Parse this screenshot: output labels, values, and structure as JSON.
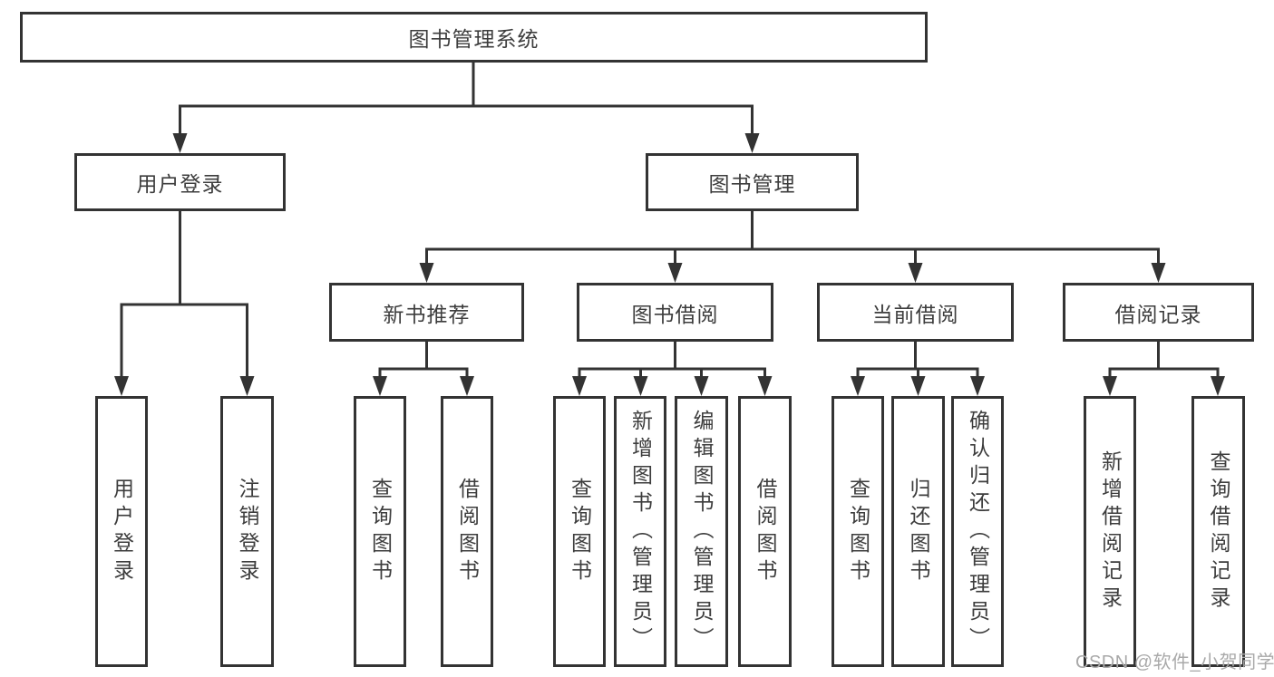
{
  "diagram": {
    "type": "hierarchy-tree",
    "title": "图书管理系统",
    "watermark": "CSDN @软件_小贺同学",
    "colors": {
      "line": "#333333",
      "box_border": "#333333",
      "text": "#3d3d3d",
      "background": "#ffffff",
      "watermark": "#a9a9a9"
    },
    "tree": {
      "root": {
        "label": "图书管理系统",
        "children": [
          {
            "label": "用户登录",
            "children": [
              {
                "label": "用户登录"
              },
              {
                "label": "注销登录"
              }
            ]
          },
          {
            "label": "图书管理",
            "children": [
              {
                "label": "新书推荐",
                "children": [
                  {
                    "label": "查询图书"
                  },
                  {
                    "label": "借阅图书"
                  }
                ]
              },
              {
                "label": "图书借阅",
                "children": [
                  {
                    "label": "查询图书"
                  },
                  {
                    "label": "新增图书（管理员）"
                  },
                  {
                    "label": "编辑图书（管理员）"
                  },
                  {
                    "label": "借阅图书"
                  }
                ]
              },
              {
                "label": "当前借阅",
                "children": [
                  {
                    "label": "查询图书"
                  },
                  {
                    "label": "归还图书"
                  },
                  {
                    "label": "确认归还（管理员）"
                  }
                ]
              },
              {
                "label": "借阅记录",
                "children": [
                  {
                    "label": "新增借阅记录"
                  },
                  {
                    "label": "查询借阅记录"
                  }
                ]
              }
            ]
          }
        ]
      }
    }
  }
}
